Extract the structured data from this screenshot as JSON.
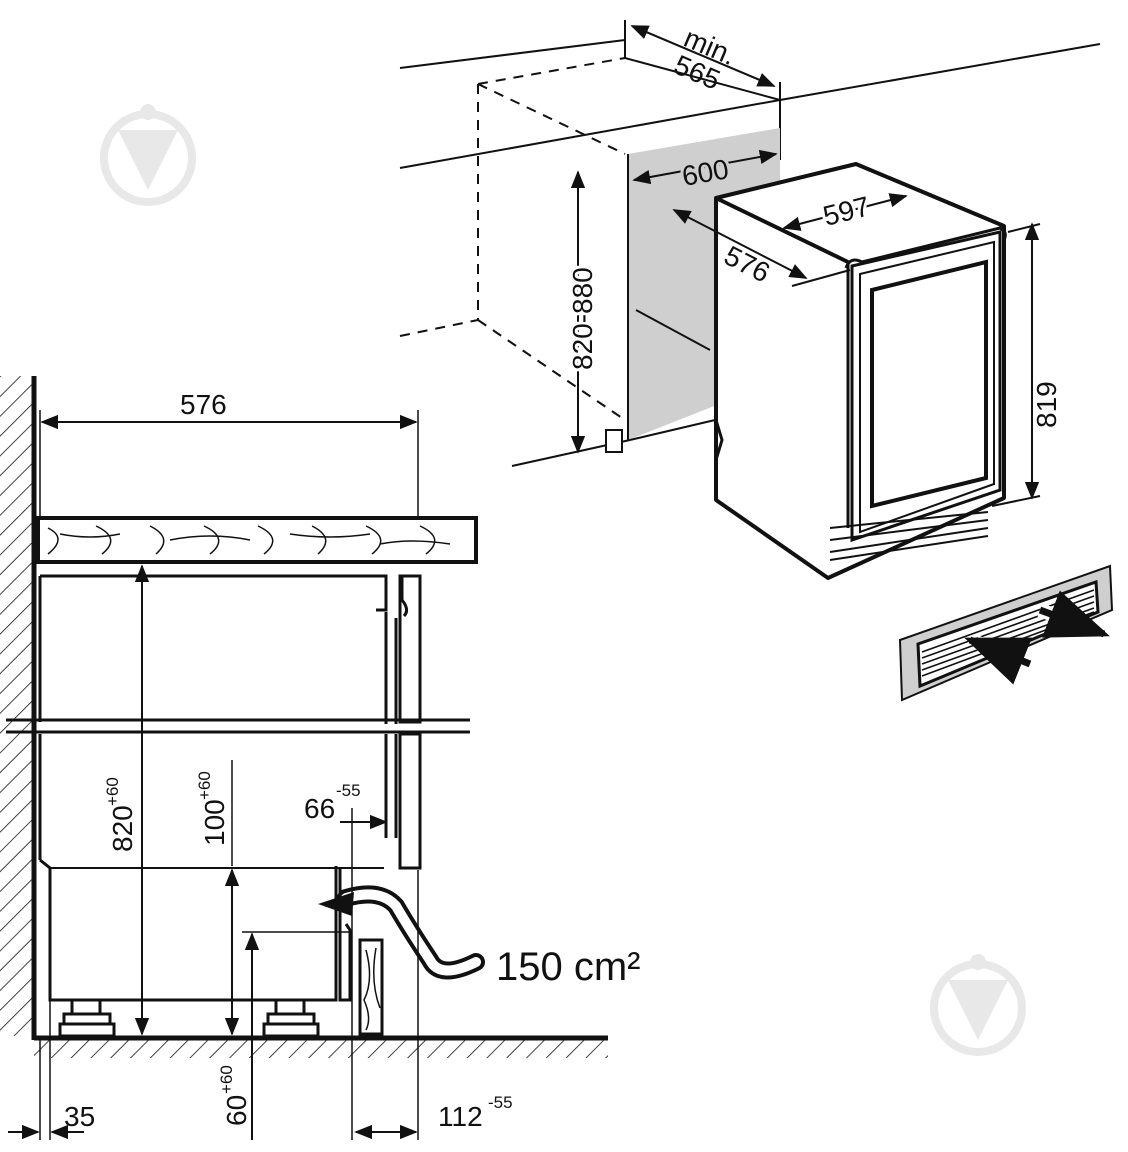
{
  "installation_3d": {
    "niche_depth_min_label": "min.",
    "niche_depth_min": "565",
    "niche_width": "600",
    "niche_height": "820-880",
    "unit_width": "597",
    "unit_depth": "576",
    "unit_height": "819"
  },
  "section_view": {
    "worktop_depth": "576",
    "cabinet_height": "820",
    "cabinet_height_tol": "+60",
    "plinth_height": "100",
    "plinth_height_tol": "+60",
    "plinth_setback": "66",
    "plinth_setback_tol": "-55",
    "foot_height": "60",
    "foot_height_tol": "+60",
    "wall_gap": "35",
    "front_offset": "112",
    "front_offset_tol": "-55",
    "vent_area": "150 cm²"
  },
  "colors": {
    "line": "#111111",
    "shade": "#cfcfcf",
    "watermark": "#e6e6e6"
  }
}
